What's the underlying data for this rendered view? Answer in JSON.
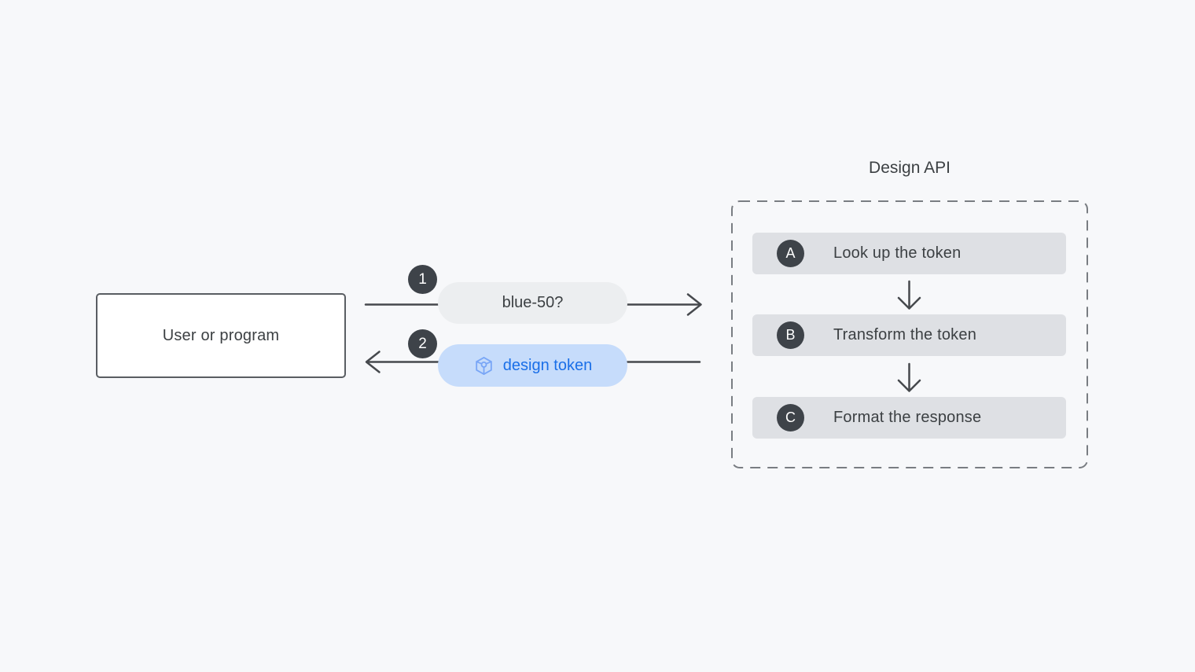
{
  "diagram": {
    "user_box": {
      "label": "User or program"
    },
    "request": {
      "step_number": "1",
      "label": "blue-50?"
    },
    "response": {
      "step_number": "2",
      "label": "design token",
      "icon": "token-cube-icon"
    },
    "api": {
      "title": "Design API",
      "steps": [
        {
          "badge": "A",
          "label": "Look up the token"
        },
        {
          "badge": "B",
          "label": "Transform the token"
        },
        {
          "badge": "C",
          "label": "Format the response"
        }
      ]
    },
    "colors": {
      "page_background": "#f7f8fa",
      "box_border": "#595d62",
      "arrow": "#46494d",
      "dashed_border": "#797d82",
      "request_pill": "#eceef0",
      "response_pill": "#c6dcfb",
      "response_text": "#1a6fe8",
      "token_icon": "#79a6f6",
      "badge_background": "#3e4349",
      "step_bar_background": "#dee0e4",
      "text": "#3c4043"
    }
  }
}
